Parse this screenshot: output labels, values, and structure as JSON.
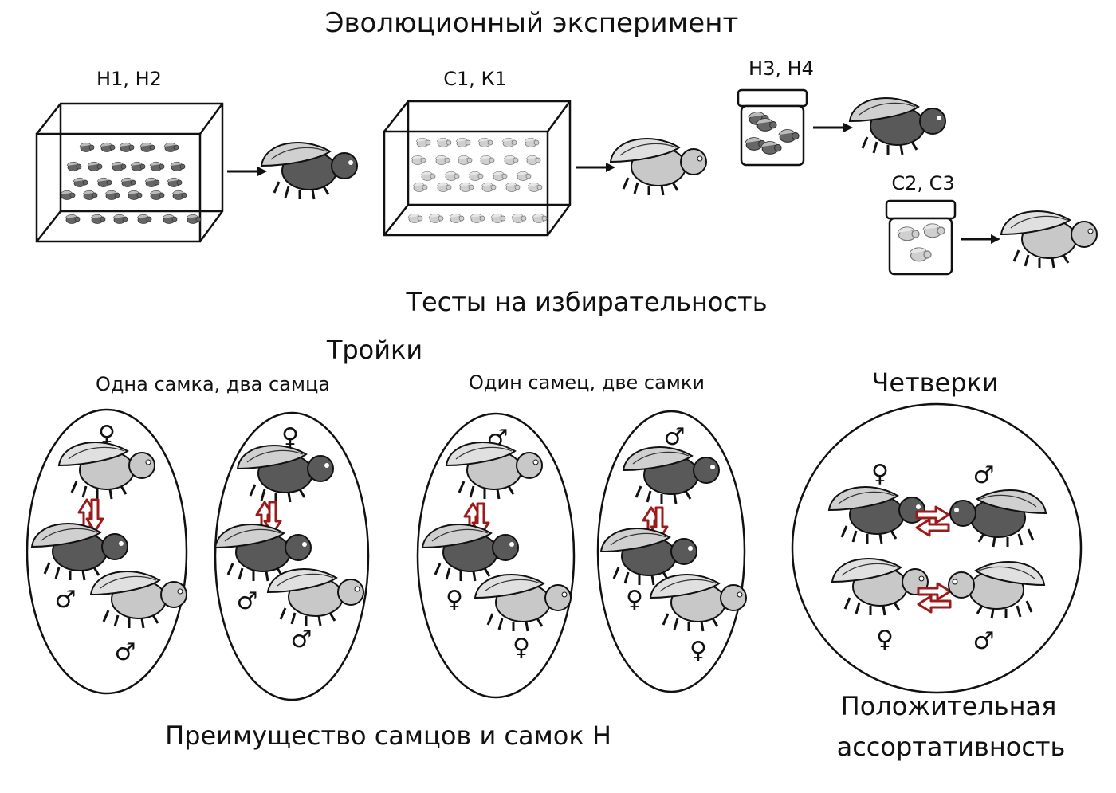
{
  "title": "Эволюционный эксперимент",
  "populations": {
    "h12": "Н1, Н2",
    "c1k1": "С1, К1",
    "h34": "Н3, Н4",
    "c23": "С2, С3"
  },
  "tests_heading": "Тесты на избирательность",
  "triples": {
    "heading": "Тройки",
    "one_female_two_males": "Одна самка, два самца",
    "one_male_two_females": "Один самец, две самки",
    "conclusion": "Преимущество самцов и самок Н"
  },
  "quadruples": {
    "heading": "Четверки",
    "conclusion_line1": "Положительная",
    "conclusion_line2": "ассортативность"
  },
  "symbols": {
    "female": "♀",
    "male": "♂"
  },
  "colors": {
    "dark_fly": "#595959",
    "light_fly": "#c8c8c8",
    "wing": "#d0d0d0",
    "arrow_red": "#9b1b1b",
    "outline": "#111111"
  }
}
